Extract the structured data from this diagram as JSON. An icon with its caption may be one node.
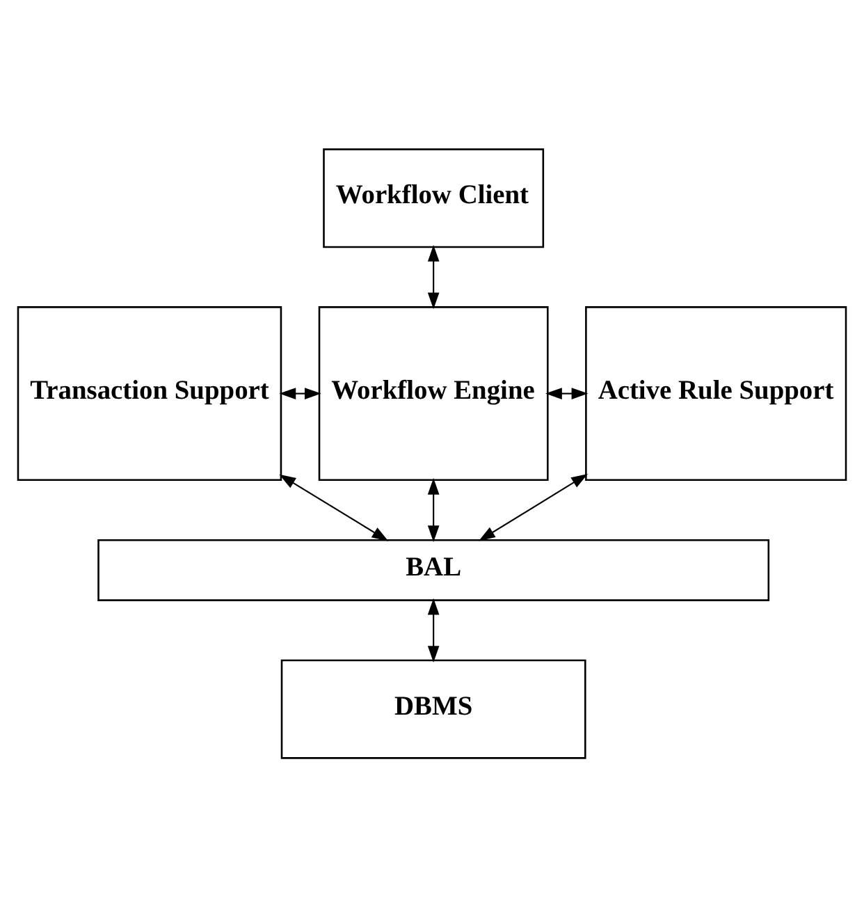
{
  "diagram": {
    "nodes": [
      {
        "text": [
          "Workflow Client"
        ]
      },
      {
        "text": [
          "Transaction Support"
        ]
      },
      {
        "text": [
          "Workflow Engine"
        ]
      },
      {
        "text": [
          "Active Rule Support"
        ]
      },
      {
        "text": [
          "BAL"
        ]
      },
      {
        "text": [
          "DBMS"
        ]
      }
    ],
    "edges": [
      {
        "from": 0,
        "to": 2,
        "arrow": "both"
      },
      {
        "from": 1,
        "to": 2,
        "arrow": "both"
      },
      {
        "from": 2,
        "to": 3,
        "arrow": "both"
      },
      {
        "from": 1,
        "to": 4,
        "arrow": "both"
      },
      {
        "from": 2,
        "to": 4,
        "arrow": "both"
      },
      {
        "from": 3,
        "to": 4,
        "arrow": "both"
      },
      {
        "from": 4,
        "to": 5,
        "arrow": "both"
      }
    ]
  }
}
